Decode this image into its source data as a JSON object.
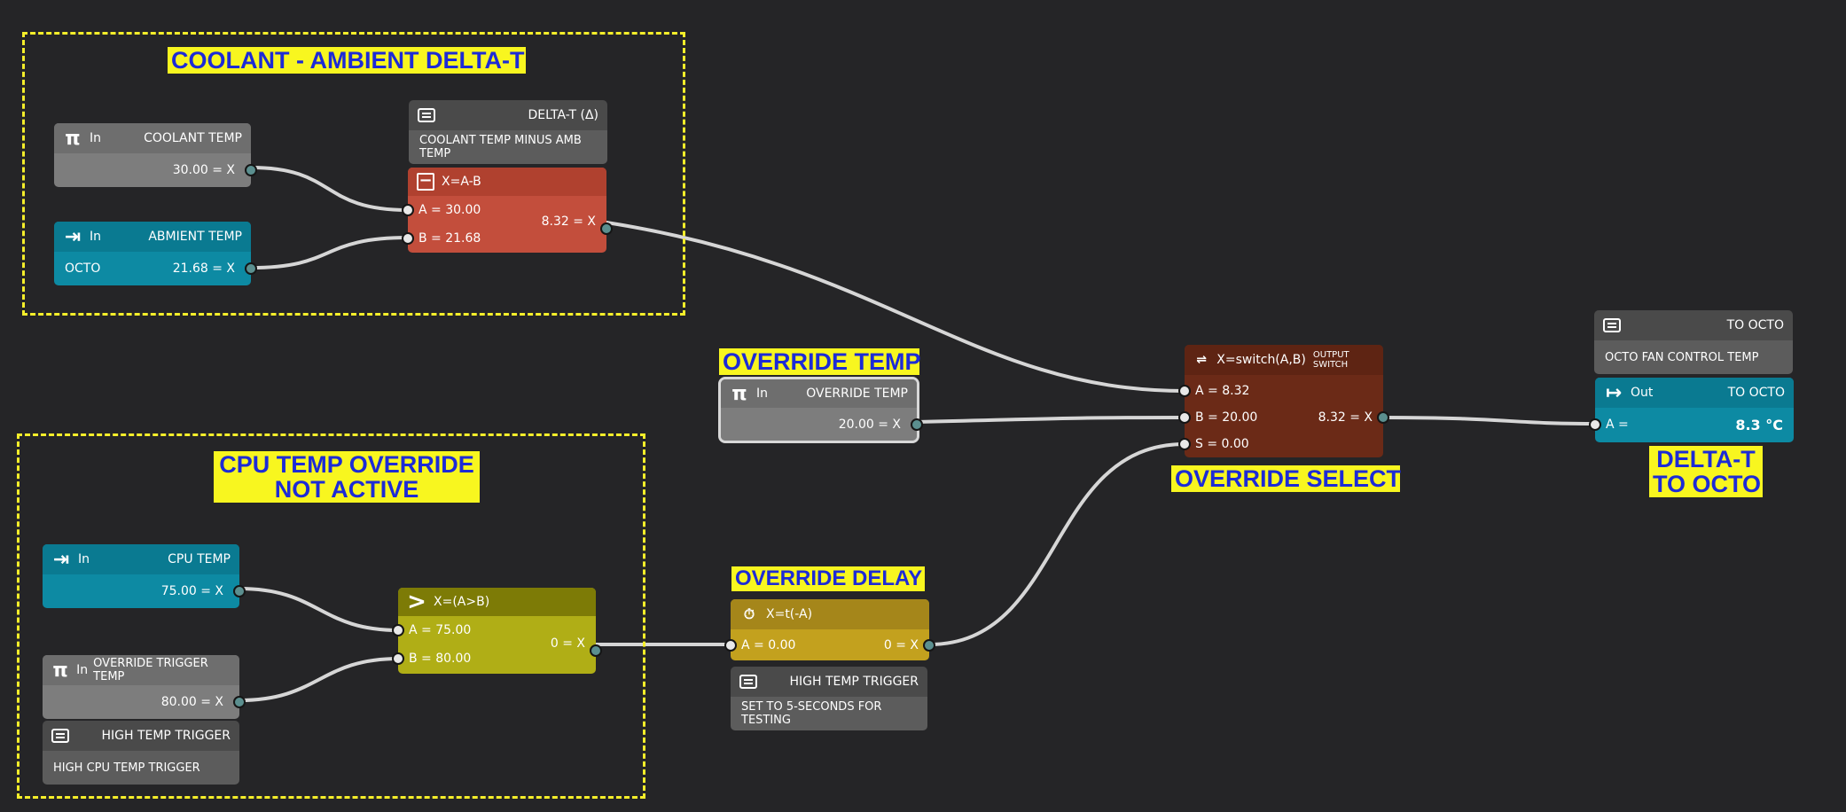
{
  "groups": {
    "coolant_title": "COOLANT - AMBIENT DELTA-T",
    "cpu_title_line1": "CPU TEMP OVERRIDE",
    "cpu_title_line2": "NOT ACTIVE"
  },
  "labels": {
    "override_temp": "OVERRIDE TEMP",
    "override_select": "OVERRIDE SELECT",
    "override_delay": "OVERRIDE DELAY",
    "delta_line1": "DELTA-T",
    "delta_line2": "TO OCTO"
  },
  "nodes": {
    "coolant_temp": {
      "icon": "π",
      "kind": "In",
      "title": "COOLANT TEMP",
      "value": "30.00 = X"
    },
    "ambient_temp": {
      "kind": "In",
      "title": "ABMIENT TEMP",
      "source": "OCTO",
      "value": "21.68 = X"
    },
    "delta_comment": {
      "title": "DELTA-T (Δ)",
      "body": "COOLANT TEMP MINUS AMB TEMP"
    },
    "subtract": {
      "formula": "X=A-B",
      "a": "A = 30.00",
      "b": "B = 21.68",
      "out": "8.32 = X"
    },
    "override_temp": {
      "icon": "π",
      "kind": "In",
      "title": "OVERRIDE TEMP",
      "value": "20.00 = X"
    },
    "switch": {
      "formula": "X=switch(A,B)",
      "subtitle": "OUTPUT SWITCH",
      "a": "A = 8.32",
      "b": "B = 20.00",
      "s": "S =  0.00",
      "out": "8.32 = X"
    },
    "to_octo_comment": {
      "title": "TO OCTO",
      "body": "OCTO FAN CONTROL TEMP"
    },
    "to_octo_out": {
      "kind": "Out",
      "title": "TO OCTO",
      "a": "A =",
      "value": "8.3 °C"
    },
    "cpu_temp": {
      "kind": "In",
      "title": "CPU TEMP",
      "value": "75.00 = X"
    },
    "override_trigger": {
      "icon": "π",
      "kind": "In",
      "title": "OVERRIDE TRIGGER TEMP",
      "value": "80.00 = X"
    },
    "cpu_comment": {
      "title": "HIGH TEMP TRIGGER",
      "body": "HIGH CPU TEMP TRIGGER"
    },
    "greater": {
      "formula": "X=(A>B)",
      "a": "A = 75.00",
      "b": "B = 80.00",
      "out": "0 = X"
    },
    "delay": {
      "formula": "X=t(-A)",
      "a": "A = 0.00",
      "out": "0 = X"
    },
    "delay_comment": {
      "title": "HIGH TEMP TRIGGER",
      "body": "SET TO 5-SECONDS FOR TESTING"
    }
  },
  "colors": {
    "background": "#252527",
    "input_gray": "#7a7a7a",
    "input_teal": "#0d8aa3",
    "subtract_red": "#c34e3c",
    "switch_brown": "#6b2a17",
    "compare_olive": "#b0ae16",
    "delay_gold": "#c3a11e",
    "label_yellow": "#f8f61f",
    "label_blue": "#1d2bd6"
  }
}
